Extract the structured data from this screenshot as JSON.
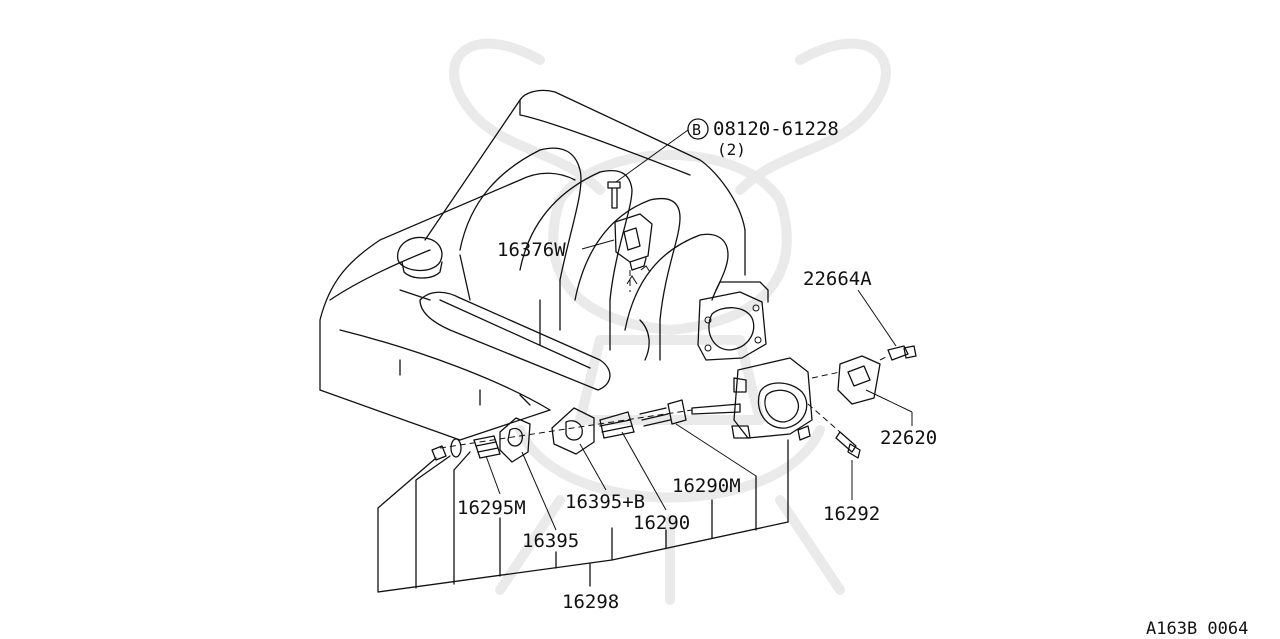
{
  "labels": {
    "bolt_spec": "08120-61228",
    "bolt_marker": "B",
    "bolt_qty": "(2)",
    "p16376w": "16376W",
    "p22664a": "22664A",
    "p22620": "22620",
    "p16290m": "16290M",
    "p16395b": "16395+B",
    "p16295m": "16295M",
    "p16290": "16290",
    "p16395": "16395",
    "p16292": "16292",
    "p16298": "16298"
  },
  "footer": {
    "diagram_code": "A163B 0064"
  },
  "colors": {
    "line": "#111111",
    "watermark": "#eaeaea",
    "background": "#ffffff"
  }
}
